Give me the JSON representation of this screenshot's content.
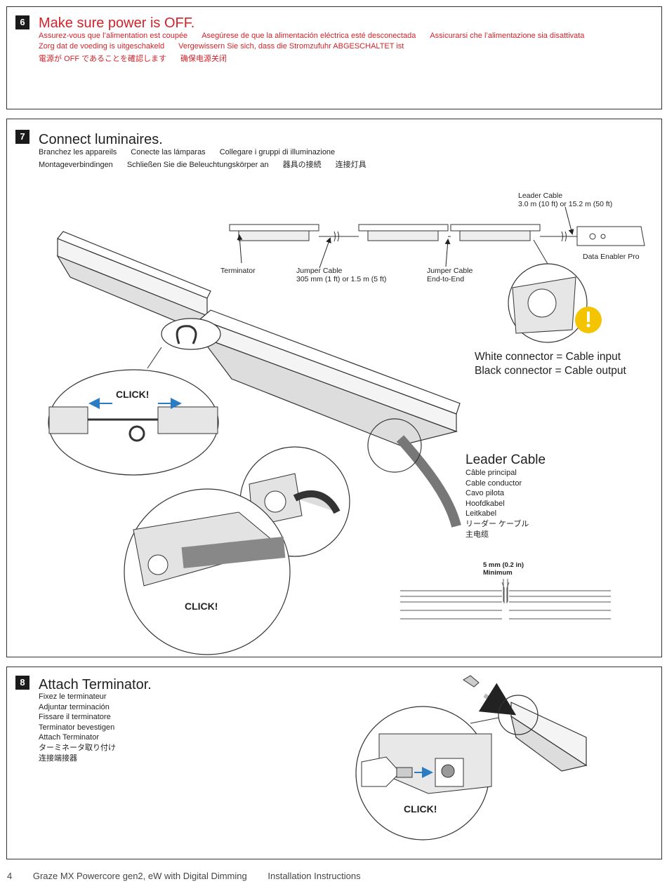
{
  "step6": {
    "number": "6",
    "title": "Make sure power is OFF.",
    "translations": [
      [
        "Assurez-vous que l’alimentation est coupée",
        "Asegúrese de que la alimentación eléctrica esté desconectada",
        "Assicurarsi che l’alimentazione sia disattivata"
      ],
      [
        "Zorg dat de voeding is uitgeschakeld",
        "Vergewissern Sie sich, dass die Stromzufuhr ABGESCHALTET ist"
      ],
      [
        "電源が OFF であることを確認します",
        "确保电源关闭"
      ]
    ]
  },
  "step7": {
    "number": "7",
    "title": "Connect luminaires.",
    "translations": [
      [
        "Branchez les appareils",
        "Conecte las lámparas",
        "Collegare i gruppi di illuminazione"
      ],
      [
        "Montageverbindingen",
        "Schließen Sie die Beleuchtungskörper an",
        "器具の接続",
        "连接灯具"
      ]
    ],
    "labels": {
      "leader_cable_line1": "Leader Cable",
      "leader_cable_line2": "3.0 m (10 ft) or 15.2 m (50 ft)",
      "data_enabler": "Data Enabler Pro",
      "terminator": "Terminator",
      "jumper_line1": "Jumper Cable",
      "jumper_line2": "305 mm (1 ft) or 1.5 m (5 ft)",
      "jumper_end_line1": "Jumper Cable",
      "jumper_end_line2": "End-to-End",
      "white_connector": "White connector = Cable input",
      "black_connector": "Black connector = Cable output",
      "gap_line1": "5 mm (0.2 in)",
      "gap_line2": "Minimum",
      "click": "CLICK!"
    },
    "leader_cable": {
      "heading": "Leader Cable",
      "translations": [
        "Câble principal",
        "Cable conductor",
        "Cavo pilota",
        "Hoofdkabel",
        "Leitkabel",
        "リーダー ケーブル",
        "主电缆"
      ]
    }
  },
  "step8": {
    "number": "8",
    "title": "Attach Terminator.",
    "translations": [
      "Fixez le terminateur",
      "Adjuntar terminación",
      "Fissare il terminatore",
      "Terminator bevestigen",
      "Attach Terminator",
      "ターミネータ取り付け",
      "连接端接器"
    ],
    "click": "CLICK!"
  },
  "footer": {
    "page": "4",
    "product": "Graze MX Powercore gen2, eW with Digital Dimming",
    "doc": "Installation Instructions"
  },
  "colors": {
    "title_red": "#d2232a",
    "arrow_blue": "#2a7cc4",
    "warning_yellow": "#f5c400"
  }
}
